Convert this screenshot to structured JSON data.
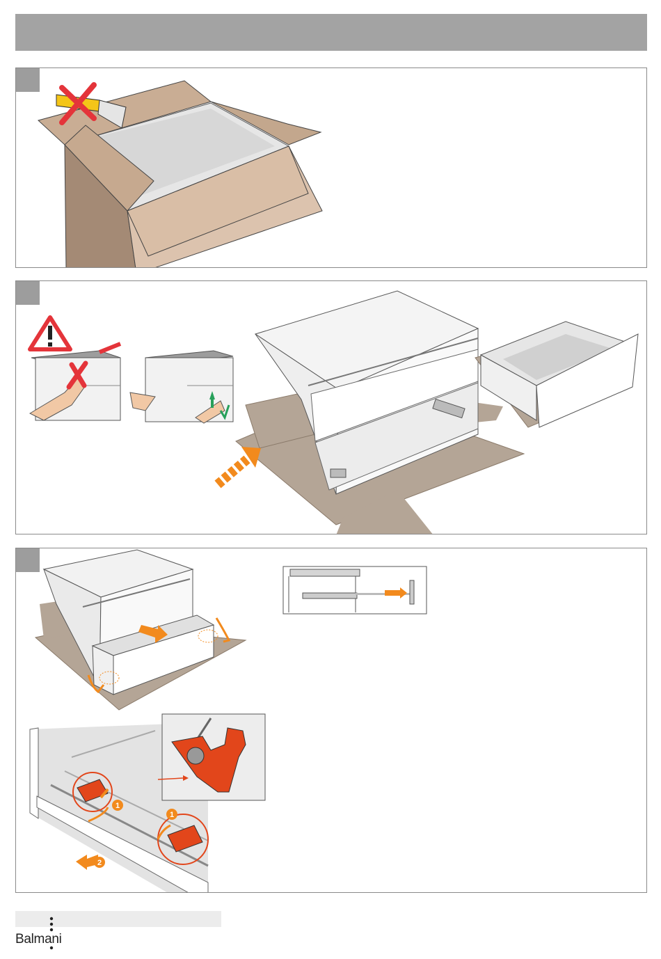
{
  "header": {
    "title": ""
  },
  "steps": [
    {
      "id": 1,
      "number": ""
    },
    {
      "id": 2,
      "number": ""
    },
    {
      "id": 3,
      "number": ""
    }
  ],
  "step3": {
    "callout_1a": "1",
    "callout_1b": "1",
    "callout_2": "2"
  },
  "icons": [
    "no-cutter-icon",
    "warning-triangle-icon",
    "check-mark-icon",
    "arrow-icon"
  ],
  "colors": {
    "accent": "#f28a1d",
    "warning_red": "#e4343a",
    "box_brown": "#b4a596",
    "pad_orange": "#e2461b",
    "check_green": "#27a05a"
  },
  "brand": {
    "name": "Balmani"
  }
}
